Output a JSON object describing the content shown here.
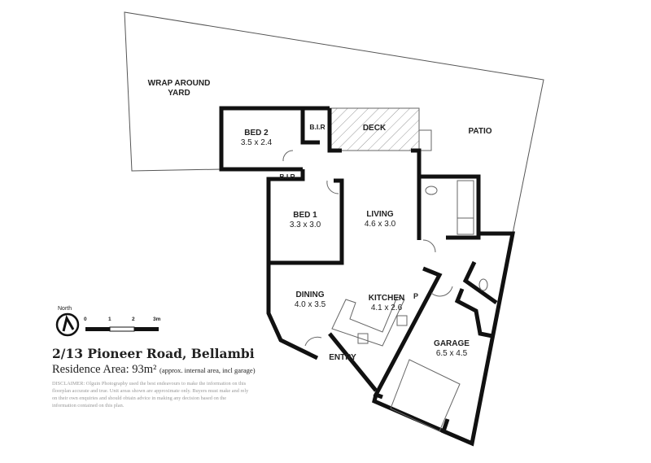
{
  "rooms": {
    "yard": {
      "name": "WRAP AROUND",
      "name2": "YARD"
    },
    "bed2": {
      "name": "BED 2",
      "size": "3.5 x 2.4"
    },
    "bir_bed2": "B.I.R",
    "deck": "DECK",
    "patio": "PATIO",
    "bir_bed1": "B.I.R",
    "bed1": {
      "name": "BED 1",
      "size": "3.3 x 3.0"
    },
    "living": {
      "name": "LIVING",
      "size": "4.6 x 3.0"
    },
    "dining": {
      "name": "DINING",
      "size": "4.0 x 3.5"
    },
    "kitchen": {
      "name": "KITCHEN",
      "size": "4.1 x 2.6"
    },
    "pantry": "P",
    "entry": "ENTRY",
    "garage": {
      "name": "GARAGE",
      "size": "6.5 x 4.5"
    }
  },
  "legend": {
    "north": "North",
    "scale_ticks": [
      "0",
      "1",
      "2",
      "3m"
    ]
  },
  "info": {
    "address": "2/13 Pioneer Road, Bellambi",
    "area_label": "Residence Area: 93m²",
    "area_note": "(approx. internal area, incl garage)",
    "disclaimer": "DISCLAIMER: Olguin Photography used the best endeavours to make the information on this floorplan accurate and true. Unit areas shown are approximate only. Buyers must make and rely on their own enquiries and should obtain advice in making any decision based on the information contained on this plan."
  },
  "colors": {
    "wall": "#111111",
    "line": "#555555",
    "hatch": "#999999",
    "disclaimer": "#999999"
  }
}
